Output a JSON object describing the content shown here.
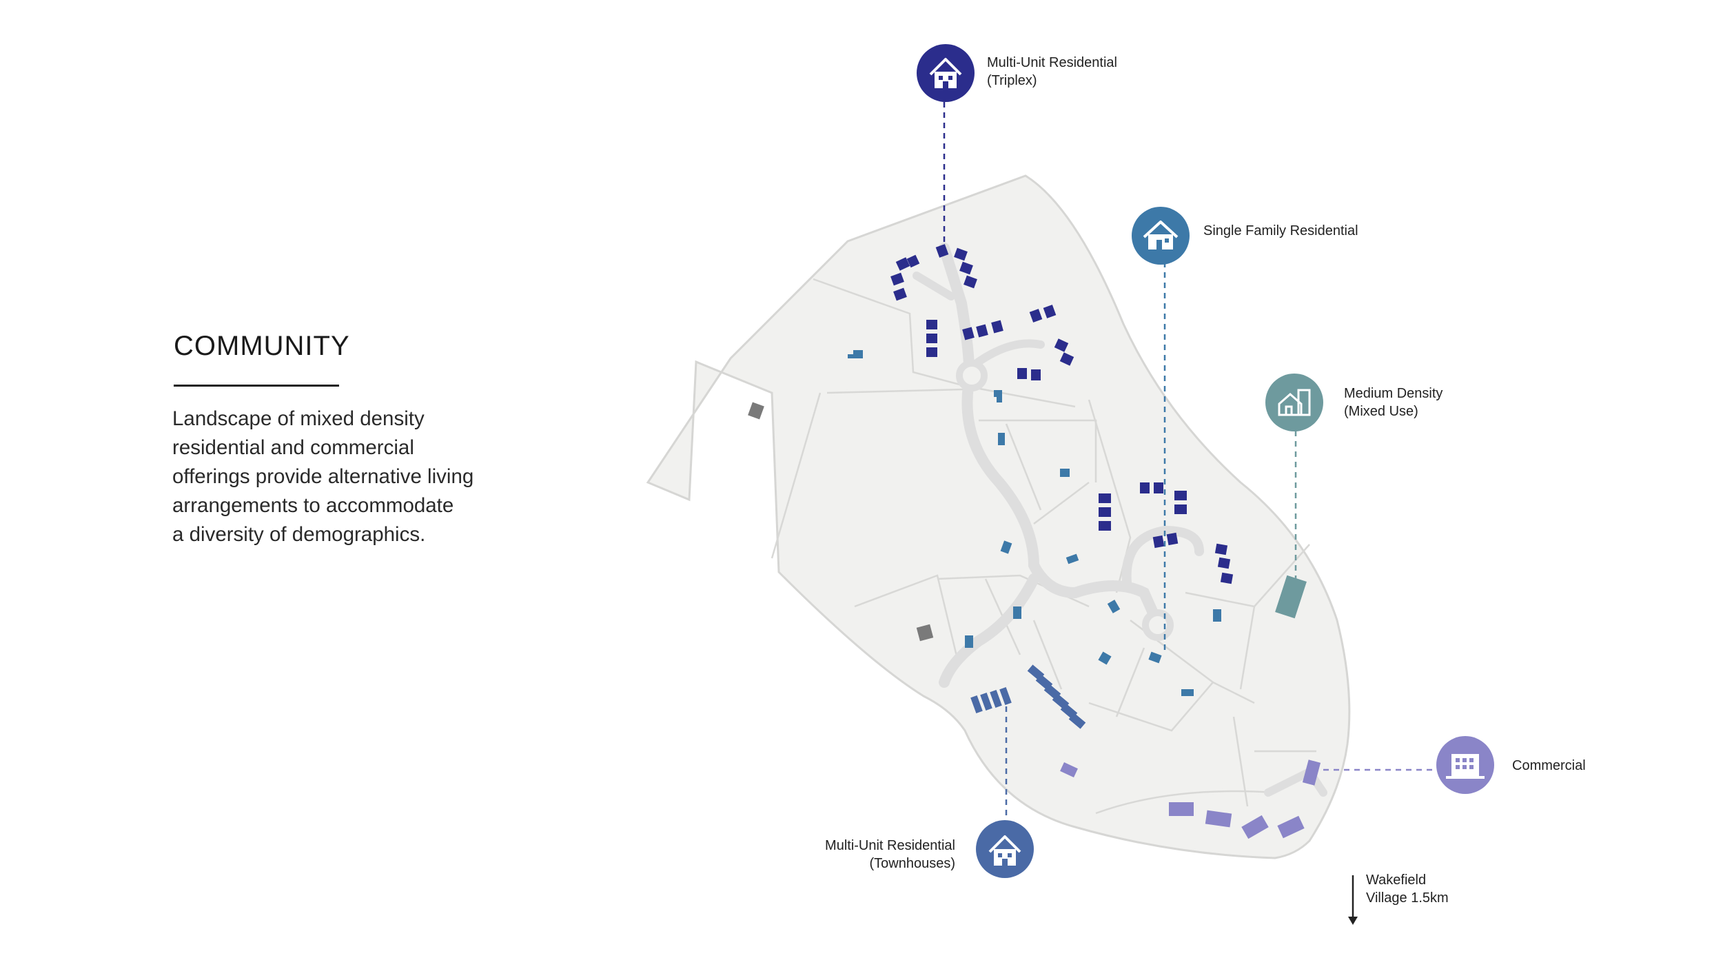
{
  "heading": "COMMUNITY",
  "description": "Landscape of mixed density\nresidential and commercial\nofferings provide alternative living\narrangements to accommodate\na diversity of demographics.",
  "legend": {
    "triplex": {
      "label": "Multi-Unit Residential\n(Triplex)",
      "color": "#2b2d8c",
      "icon": "house-icon"
    },
    "single_family": {
      "label": "Single Family Residential",
      "color": "#3d79a8",
      "icon": "house-icon"
    },
    "medium_density": {
      "label": "Medium Density\n(Mixed Use)",
      "color": "#6e9a9e",
      "icon": "mixed-use-building-icon"
    },
    "commercial": {
      "label": "Commercial",
      "color": "#8a85c8",
      "icon": "office-building-icon"
    },
    "townhouses": {
      "label": "Multi-Unit Residential\n(Townhouses)",
      "color": "#4a6aa6",
      "icon": "house-icon"
    }
  },
  "direction": {
    "label": "Wakefield\nVillage 1.5km"
  },
  "colors": {
    "land": "#f1f1ef",
    "parcel_line": "#d6d6d4",
    "road": "#e0e0de",
    "outbuilding": "#7a7a7a"
  }
}
